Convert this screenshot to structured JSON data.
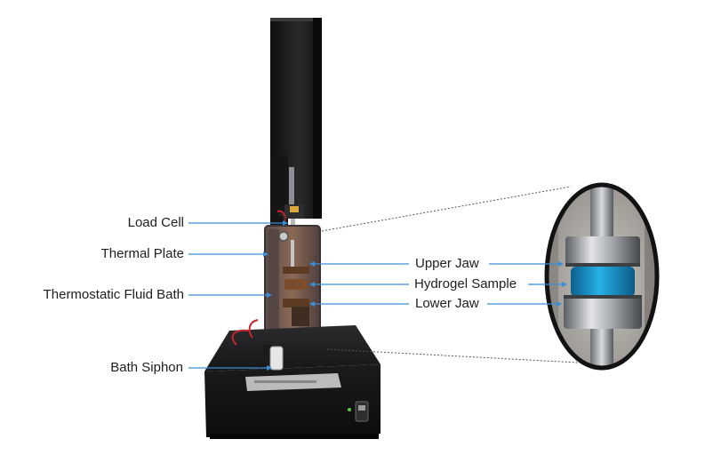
{
  "labels": {
    "load_cell": "Load Cell",
    "thermal_plate": "Thermal Plate",
    "thermostatic_fluid_bath": "Thermostatic Fluid Bath",
    "bath_siphon": "Bath Siphon",
    "upper_jaw": "Upper Jaw",
    "hydrogel_sample": "Hydrogel Sample",
    "lower_jaw": "Lower Jaw"
  },
  "colors": {
    "annotation_line": "#3b8fd6",
    "hydrogel": "#1a9fd6",
    "instrument_body": "#1c1c1e",
    "fluid_bath": "#8a5a3a"
  }
}
